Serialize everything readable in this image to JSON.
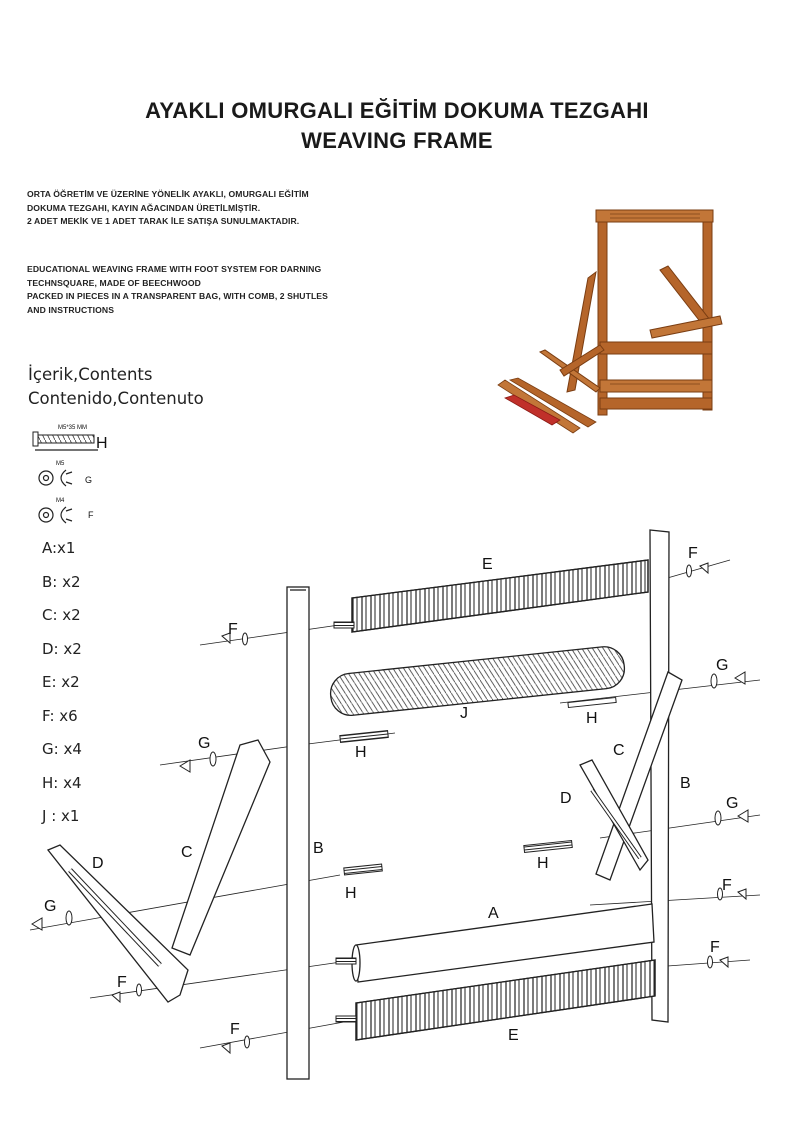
{
  "title_tr": "AYAKLI OMURGALI EĞİTİM DOKUMA TEZGAHI",
  "title_en": "WEAVING FRAME",
  "desc_tr": [
    "ORTA ÖĞRETİM VE ÜZERİNE YÖNELİK AYAKLI, OMURGALI EĞİTİM",
    "DOKUMA TEZGAHI, KAYIN AĞACINDAN ÜRETİLMİŞTİR.",
    "2 ADET MEKİK VE 1 ADET TARAK İLE SATIŞA SUNULMAKTADIR."
  ],
  "desc_en": [
    "EDUCATIONAL WEAVING FRAME WITH FOOT SYSTEM  FOR DARNING",
    "TECHNSQUARE, MADE OF BEECHWOOD",
    "PACKED IN PIECES IN A TRANSPARENT BAG, WITH COMB, 2 SHUTLES",
    "AND INSTRUCTIONS"
  ],
  "contents_heading": [
    "İçerik,Contents",
    "Contenido,Contenuto"
  ],
  "hardware": {
    "bolt_size": "M5*35 MM",
    "bolt_letter": "H",
    "g_size": "M5",
    "g_letter": "G",
    "f_size": "M4",
    "f_letter": "F"
  },
  "parts_list": [
    "A:x1",
    "B: x2",
    "C: x2",
    "D: x2",
    "E: x2",
    "F: x6",
    "G: x4",
    "H: x4",
    "J : x1"
  ],
  "diagram_labels": {
    "A": "A",
    "B": "B",
    "C": "C",
    "D": "D",
    "E": "E",
    "F": "F",
    "G": "G",
    "H": "H",
    "J": "J"
  },
  "colors": {
    "wood": "#b5652a",
    "wood_dark": "#7a3d12",
    "red": "#c0302a",
    "line": "#222222"
  }
}
